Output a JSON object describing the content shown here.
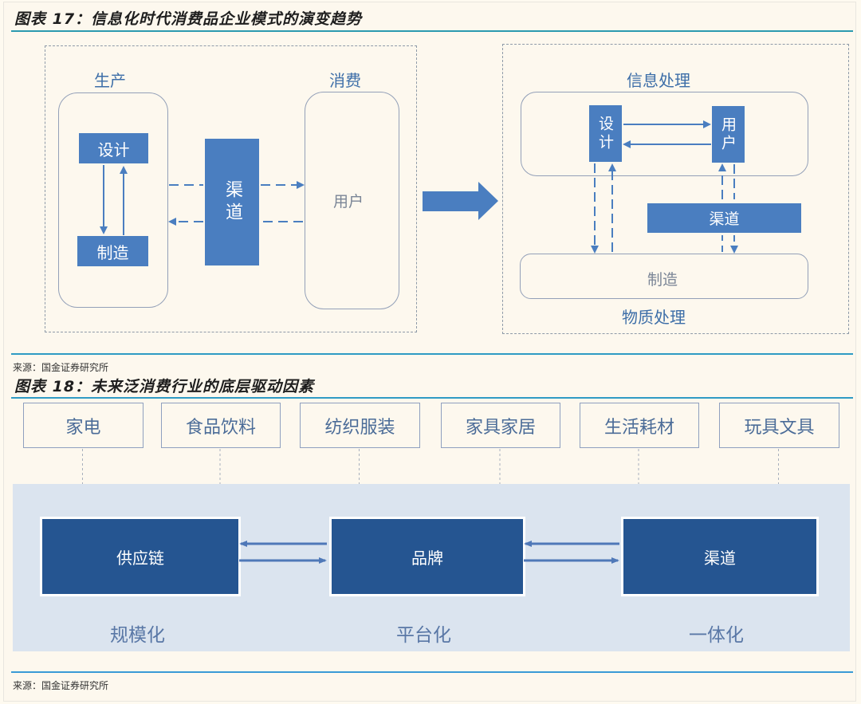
{
  "figure17": {
    "title": "图表 17：信息化时代消费品企业模式的演变趋势",
    "before": {
      "production_label": "生产",
      "consumption_label": "消费",
      "design": "设计",
      "manufacture": "制造",
      "channel": "渠道",
      "user": "用户"
    },
    "after": {
      "info_processing_label": "信息处理",
      "material_processing_label": "物质处理",
      "design": "设计",
      "user": "用户",
      "channel": "渠道",
      "manufacture": "制造"
    },
    "source": "来源：国金证券研究所"
  },
  "figure18": {
    "title": "图表 18：未来泛消费行业的底层驱动因素",
    "categories": [
      "家电",
      "食品饮料",
      "纺织服装",
      "家具家居",
      "生活耗材",
      "玩具文具"
    ],
    "drivers": [
      {
        "label": "供应链",
        "trait": "规模化"
      },
      {
        "label": "品牌",
        "trait": "平台化"
      },
      {
        "label": "渠道",
        "trait": "一体化"
      }
    ],
    "source": "来源：国金证券研究所"
  },
  "colors": {
    "box_blue": "#4a7ec0",
    "dark_blue": "#255591",
    "rule_teal": "#2f9bb8",
    "band": "#dbe4ef"
  }
}
